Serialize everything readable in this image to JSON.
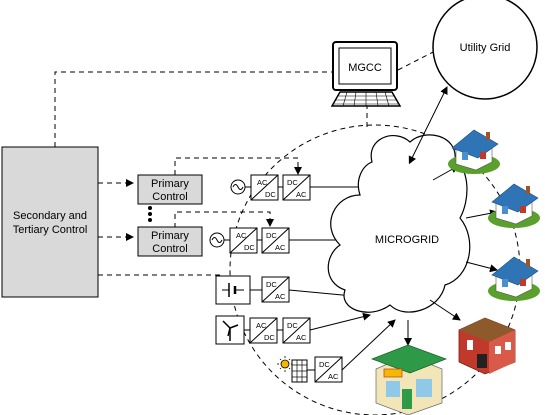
{
  "nodes": {
    "secondary_tertiary": {
      "line1": "Secondary and",
      "line2": "Tertiary Control"
    },
    "primary_1": {
      "line1": "Primary",
      "line2": "Control"
    },
    "primary_2": {
      "line1": "Primary",
      "line2": "Control"
    },
    "mgcc": {
      "label": "MGCC"
    },
    "utility_grid": {
      "label": "Utility Grid"
    },
    "microgrid": {
      "label": "MICROGRID"
    }
  },
  "converters": {
    "ac": "AC",
    "dc": "DC"
  },
  "colors": {
    "control_box_fill": "#d9d9d9",
    "line": "#000000",
    "house_roof": "#2f74b5",
    "house_wall": "#ffffff",
    "grass": "#5aa02c",
    "factory_red": "#c0392b",
    "shop_green": "#2e9a48",
    "sun": "#f5b800"
  },
  "icons": [
    "ac-source-icon",
    "battery-icon",
    "wind-turbine-icon",
    "solar-panel-icon",
    "computer-icon",
    "house-icon",
    "factory-icon",
    "shop-icon"
  ]
}
